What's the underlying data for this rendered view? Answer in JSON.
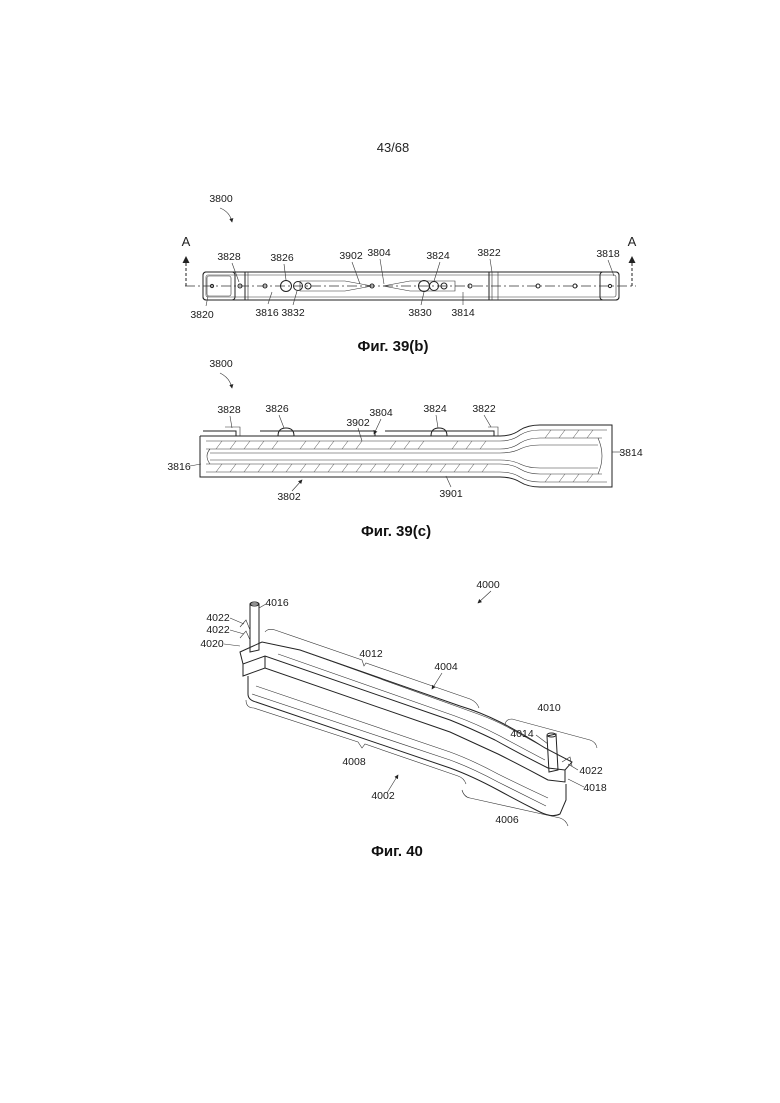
{
  "page_number": "43/68",
  "figures": [
    {
      "id": "fig39b",
      "caption": "Фиг. 39(b)",
      "section_markers": [
        "A",
        "A"
      ],
      "labels": [
        "3800",
        "3828",
        "3826",
        "3902",
        "3804",
        "3824",
        "3822",
        "3818",
        "3820",
        "3816",
        "3832",
        "3830",
        "3814"
      ]
    },
    {
      "id": "fig39c",
      "caption": "Фиг. 39(c)",
      "labels": [
        "3800",
        "3828",
        "3826",
        "3902",
        "3804",
        "3824",
        "3822",
        "3814",
        "3816",
        "3802",
        "3901"
      ]
    },
    {
      "id": "fig40",
      "caption": "Фиг. 40",
      "labels": [
        "4000",
        "4016",
        "4022",
        "4022",
        "4020",
        "4012",
        "4004",
        "4010",
        "4014",
        "4022",
        "4018",
        "4008",
        "4002",
        "4006"
      ]
    }
  ]
}
